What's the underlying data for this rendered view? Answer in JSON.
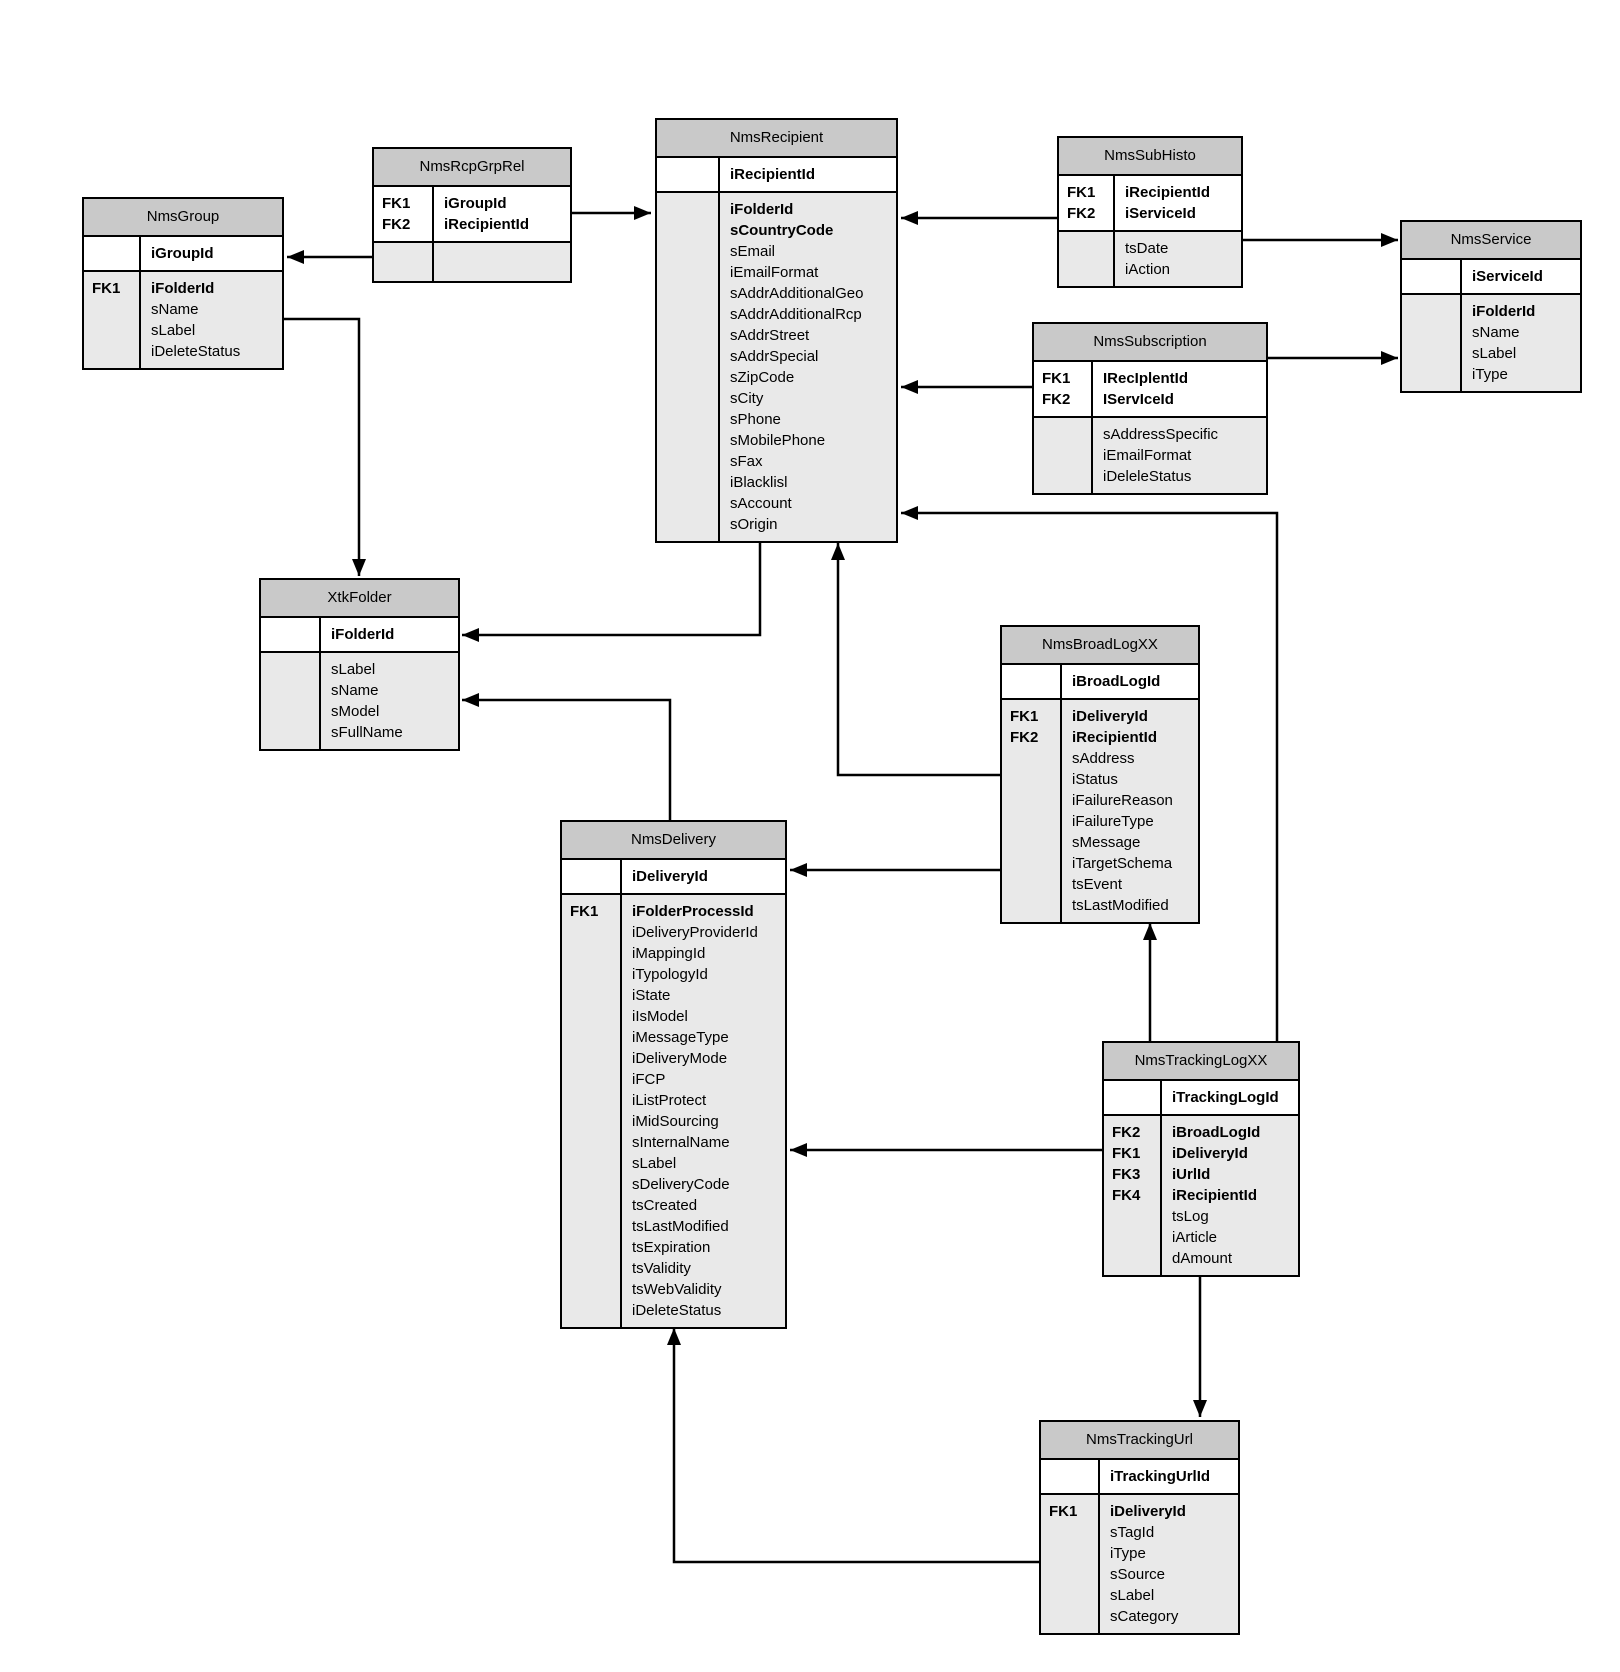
{
  "colors": {
    "header_bg": "#c9c9c9",
    "pk_bg": "#ffffff",
    "body_bg": "#e9e9e9",
    "line": "#000000",
    "canvas_bg": "#ffffff"
  },
  "entities": [
    {
      "name": "NmsGroup",
      "pk": [
        {
          "fk": "",
          "name": "iGroupId",
          "bold": true
        }
      ],
      "fields": [
        {
          "fk": "FK1",
          "name": "iFolderId",
          "bold": true
        },
        {
          "fk": "",
          "name": "sName"
        },
        {
          "fk": "",
          "name": "sLabel"
        },
        {
          "fk": "",
          "name": "iDeleteStatus"
        }
      ]
    },
    {
      "name": "NmsRcpGrpRel",
      "pk": [
        {
          "fk": "FK1",
          "name": "iGroupId",
          "bold": true
        },
        {
          "fk": "FK2",
          "name": "iRecipientId",
          "bold": true
        }
      ],
      "fields": []
    },
    {
      "name": "NmsRecipient",
      "pk": [
        {
          "fk": "",
          "name": "iRecipientId",
          "bold": true
        }
      ],
      "fields": [
        {
          "fk": "",
          "name": "iFolderId",
          "bold": true
        },
        {
          "fk": "",
          "name": "sCountryCode",
          "bold": true
        },
        {
          "fk": "",
          "name": "sEmail"
        },
        {
          "fk": "",
          "name": "iEmailFormat"
        },
        {
          "fk": "",
          "name": "sAddrAdditionalGeo"
        },
        {
          "fk": "",
          "name": "sAddrAdditionalRcp"
        },
        {
          "fk": "",
          "name": "sAddrStreet"
        },
        {
          "fk": "",
          "name": "sAddrSpecial"
        },
        {
          "fk": "",
          "name": "sZipCode"
        },
        {
          "fk": "",
          "name": "sCity"
        },
        {
          "fk": "",
          "name": "sPhone"
        },
        {
          "fk": "",
          "name": "sMobilePhone"
        },
        {
          "fk": "",
          "name": "sFax"
        },
        {
          "fk": "",
          "name": "iBlacklisl"
        },
        {
          "fk": "",
          "name": "sAccount"
        },
        {
          "fk": "",
          "name": "sOrigin"
        }
      ]
    },
    {
      "name": "NmsSubHisto",
      "pk": [
        {
          "fk": "FK1",
          "name": "iRecipientId",
          "bold": true
        },
        {
          "fk": "FK2",
          "name": "iServiceId",
          "bold": true
        }
      ],
      "fields": [
        {
          "fk": "",
          "name": "tsDate"
        },
        {
          "fk": "",
          "name": "iAction"
        }
      ]
    },
    {
      "name": "NmsService",
      "pk": [
        {
          "fk": "",
          "name": "iServiceId",
          "bold": true
        }
      ],
      "fields": [
        {
          "fk": "",
          "name": "iFolderId",
          "bold": true
        },
        {
          "fk": "",
          "name": "sName"
        },
        {
          "fk": "",
          "name": "sLabel"
        },
        {
          "fk": "",
          "name": "iType"
        }
      ]
    },
    {
      "name": "NmsSubscription",
      "pk": [
        {
          "fk": "FK1",
          "name": "IRecIplentId",
          "bold": true
        },
        {
          "fk": "FK2",
          "name": "IServIceId",
          "bold": true
        }
      ],
      "fields": [
        {
          "fk": "",
          "name": "sAddressSpecific"
        },
        {
          "fk": "",
          "name": "iEmailFormat"
        },
        {
          "fk": "",
          "name": "iDeleleStatus"
        }
      ]
    },
    {
      "name": "XtkFolder",
      "pk": [
        {
          "fk": "",
          "name": "iFolderId",
          "bold": true
        }
      ],
      "fields": [
        {
          "fk": "",
          "name": "sLabel"
        },
        {
          "fk": "",
          "name": "sName"
        },
        {
          "fk": "",
          "name": "sModel"
        },
        {
          "fk": "",
          "name": "sFullName"
        }
      ]
    },
    {
      "name": "NmsBroadLogXX",
      "pk": [
        {
          "fk": "",
          "name": "iBroadLogId",
          "bold": true
        }
      ],
      "fields": [
        {
          "fk": "FK1",
          "name": "iDeliveryId",
          "bold": true
        },
        {
          "fk": "FK2",
          "name": "iRecipientId",
          "bold": true
        },
        {
          "fk": "",
          "name": "sAddress"
        },
        {
          "fk": "",
          "name": "iStatus"
        },
        {
          "fk": "",
          "name": "iFailureReason"
        },
        {
          "fk": "",
          "name": "iFailureType"
        },
        {
          "fk": "",
          "name": "sMessage"
        },
        {
          "fk": "",
          "name": "iTargetSchema"
        },
        {
          "fk": "",
          "name": "tsEvent"
        },
        {
          "fk": "",
          "name": "tsLastModified"
        }
      ]
    },
    {
      "name": "NmsDelivery",
      "pk": [
        {
          "fk": "",
          "name": "iDeliveryId",
          "bold": true
        }
      ],
      "fields": [
        {
          "fk": "FK1",
          "name": "iFolderProcessId",
          "bold": true
        },
        {
          "fk": "",
          "name": "iDeliveryProviderId"
        },
        {
          "fk": "",
          "name": "iMappingId"
        },
        {
          "fk": "",
          "name": "iTypologyId"
        },
        {
          "fk": "",
          "name": "iState"
        },
        {
          "fk": "",
          "name": "iIsModel"
        },
        {
          "fk": "",
          "name": "iMessageType"
        },
        {
          "fk": "",
          "name": "iDeliveryMode"
        },
        {
          "fk": "",
          "name": "iFCP"
        },
        {
          "fk": "",
          "name": "iListProtect"
        },
        {
          "fk": "",
          "name": "iMidSourcing"
        },
        {
          "fk": "",
          "name": "sInternalName"
        },
        {
          "fk": "",
          "name": "sLabel"
        },
        {
          "fk": "",
          "name": "sDeliveryCode"
        },
        {
          "fk": "",
          "name": "tsCreated"
        },
        {
          "fk": "",
          "name": "tsLastModified"
        },
        {
          "fk": "",
          "name": "tsExpiration"
        },
        {
          "fk": "",
          "name": "tsValidity"
        },
        {
          "fk": "",
          "name": "tsWebValidity"
        },
        {
          "fk": "",
          "name": "iDeleteStatus"
        }
      ]
    },
    {
      "name": "NmsTrackingLogXX",
      "pk": [
        {
          "fk": "",
          "name": "iTrackingLogId",
          "bold": true
        }
      ],
      "fields": [
        {
          "fk": "FK2",
          "name": "iBroadLogId",
          "bold": true
        },
        {
          "fk": "FK1",
          "name": "iDeliveryId",
          "bold": true
        },
        {
          "fk": "FK3",
          "name": "iUrlId",
          "bold": true
        },
        {
          "fk": "FK4",
          "name": "iRecipientId",
          "bold": true
        },
        {
          "fk": "",
          "name": "tsLog"
        },
        {
          "fk": "",
          "name": "iArticle"
        },
        {
          "fk": "",
          "name": "dAmount"
        }
      ]
    },
    {
      "name": "NmsTrackingUrl",
      "pk": [
        {
          "fk": "",
          "name": "iTrackingUrlId",
          "bold": true
        }
      ],
      "fields": [
        {
          "fk": "FK1",
          "name": "iDeliveryId",
          "bold": true
        },
        {
          "fk": "",
          "name": "sTagId"
        },
        {
          "fk": "",
          "name": "iType"
        },
        {
          "fk": "",
          "name": "sSource"
        },
        {
          "fk": "",
          "name": "sLabel"
        },
        {
          "fk": "",
          "name": "sCategory"
        }
      ]
    }
  ],
  "relationships": [
    {
      "from": "NmsRcpGrpRel",
      "to": "NmsGroup"
    },
    {
      "from": "NmsRcpGrpRel",
      "to": "NmsRecipient"
    },
    {
      "from": "NmsSubHisto",
      "to": "NmsRecipient"
    },
    {
      "from": "NmsSubHisto",
      "to": "NmsService"
    },
    {
      "from": "NmsSubscription",
      "to": "NmsRecipient"
    },
    {
      "from": "NmsSubscription",
      "to": "NmsService"
    },
    {
      "from": "NmsGroup",
      "to": "XtkFolder"
    },
    {
      "from": "NmsRecipient",
      "to": "XtkFolder"
    },
    {
      "from": "NmsDelivery",
      "to": "XtkFolder"
    },
    {
      "from": "NmsBroadLogXX",
      "to": "NmsRecipient"
    },
    {
      "from": "NmsBroadLogXX",
      "to": "NmsDelivery"
    },
    {
      "from": "NmsTrackingLogXX",
      "to": "NmsBroadLogXX"
    },
    {
      "from": "NmsTrackingLogXX",
      "to": "NmsRecipient"
    },
    {
      "from": "NmsTrackingLogXX",
      "to": "NmsDelivery"
    },
    {
      "from": "NmsTrackingLogXX",
      "to": "NmsTrackingUrl"
    },
    {
      "from": "NmsTrackingUrl",
      "to": "NmsDelivery"
    }
  ]
}
